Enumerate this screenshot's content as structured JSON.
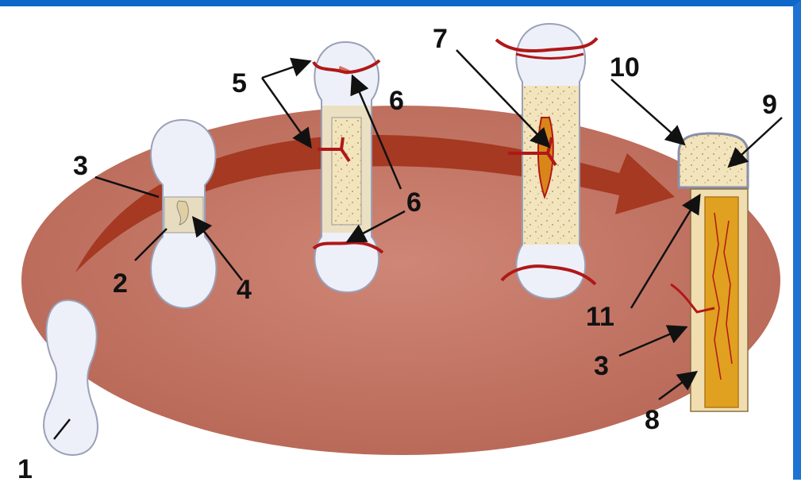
{
  "labels": {
    "n1": "1",
    "n2": "2",
    "n3a": "3",
    "n3b": "3",
    "n4": "4",
    "n5": "5",
    "n6a": "6",
    "n6b": "6",
    "n7": "7",
    "n8": "8",
    "n9": "9",
    "n10": "10",
    "n11": "11"
  },
  "colors": {
    "frame": "#0f67c9",
    "ellipse": "#c97c6c",
    "arrow": "#a3341c",
    "cartilage": "#eef0f9",
    "bone": "#f0deb0",
    "marrow": "#e0a020",
    "vessel": "#b01818",
    "line": "#111111"
  }
}
